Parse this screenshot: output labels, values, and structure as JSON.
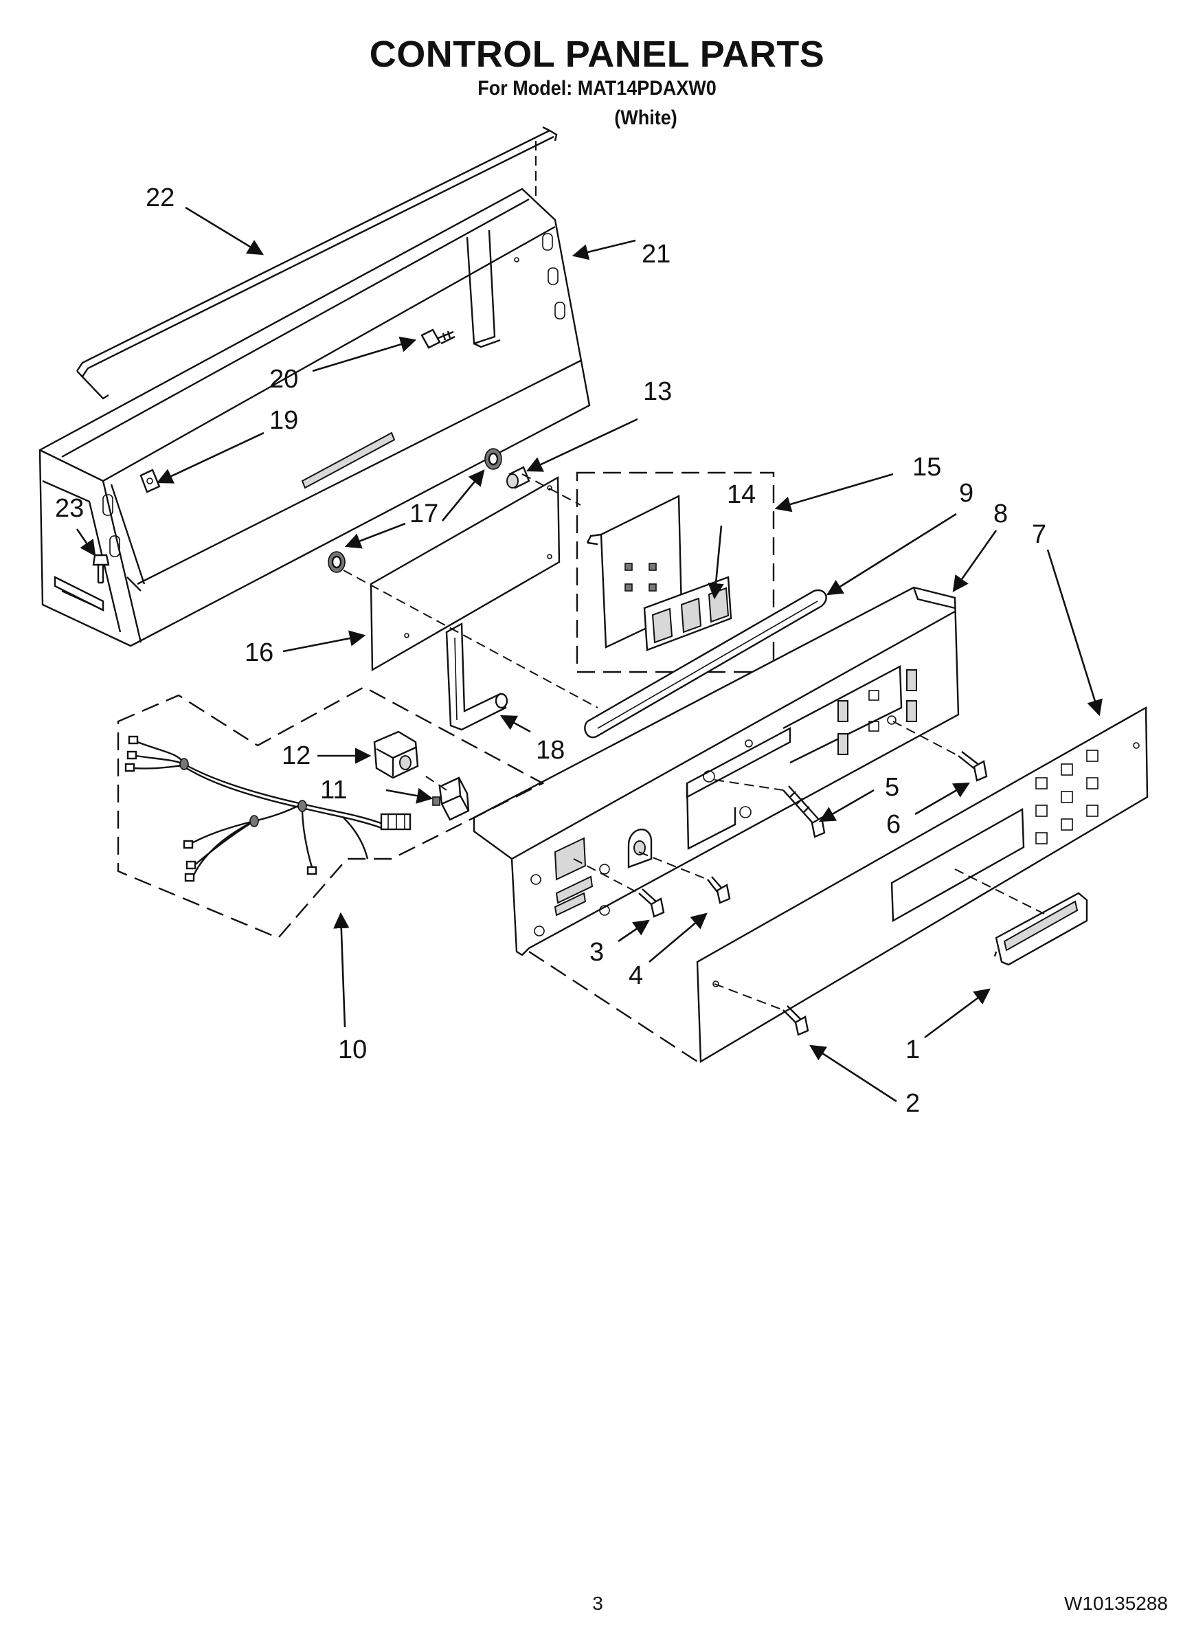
{
  "header": {
    "title": "CONTROL PANEL PARTS",
    "model_line": "For Model: MAT14PDAXW0",
    "color_line": "(White)"
  },
  "footer": {
    "page_number": "3",
    "document_number": "W10135288"
  },
  "callouts": {
    "c1": "1",
    "c2": "2",
    "c3": "3",
    "c4": "4",
    "c5": "5",
    "c6": "6",
    "c7": "7",
    "c8": "8",
    "c9": "9",
    "c10": "10",
    "c11": "11",
    "c12": "12",
    "c13": "13",
    "c14": "14",
    "c15": "15",
    "c16": "16",
    "c17": "17",
    "c18": "18",
    "c19": "19",
    "c20": "20",
    "c21": "21",
    "c22": "22",
    "c23": "23"
  }
}
